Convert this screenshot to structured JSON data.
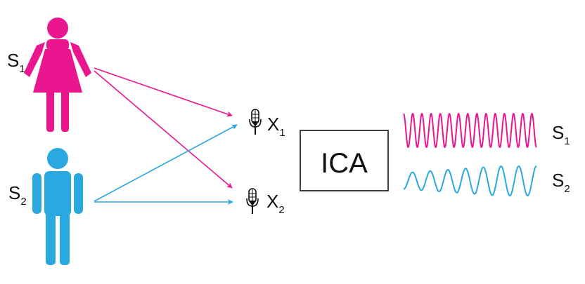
{
  "colors": {
    "source_1": "#ea168f",
    "source_2": "#2aa9e0",
    "ink": "#111111",
    "background": "#ffffff"
  },
  "icons": {
    "source_1": "woman-figure-icon",
    "source_2": "man-figure-icon",
    "mic": "microphone-icon"
  },
  "sources": [
    {
      "letter": "S",
      "index": "1",
      "icon": "woman-figure-icon",
      "color": "#ea168f"
    },
    {
      "letter": "S",
      "index": "2",
      "icon": "man-figure-icon",
      "color": "#2aa9e0"
    }
  ],
  "mixtures": [
    {
      "letter": "X",
      "index": "1"
    },
    {
      "letter": "X",
      "index": "2"
    }
  ],
  "processor": {
    "label": "ICA"
  },
  "outputs": [
    {
      "letter": "S",
      "index": "1",
      "color": "#ea168f"
    },
    {
      "letter": "S",
      "index": "2",
      "color": "#2aa9e0"
    }
  ]
}
